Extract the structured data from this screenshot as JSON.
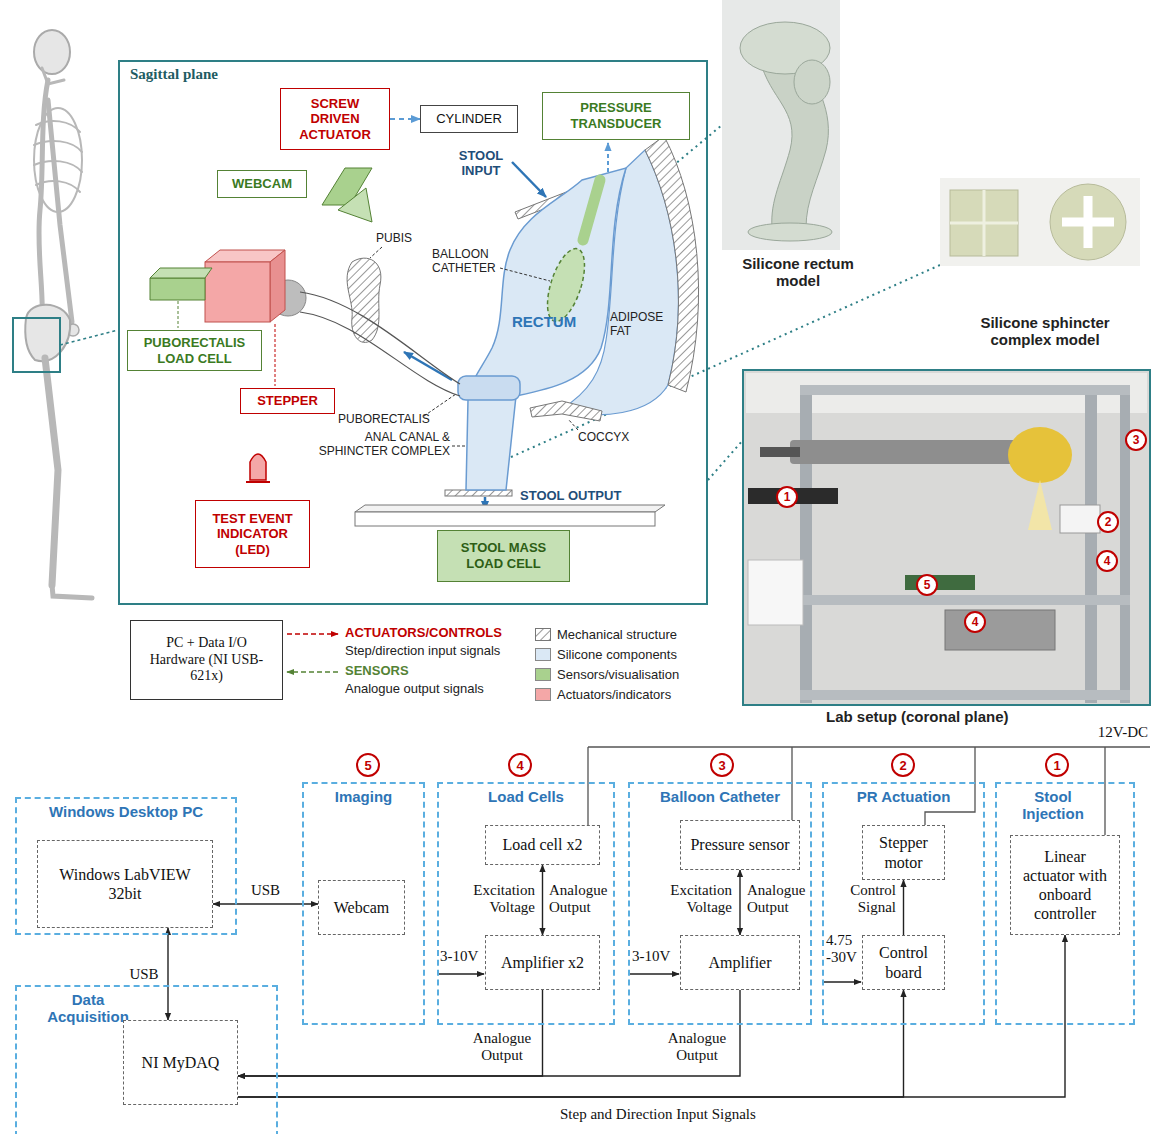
{
  "diagram": {
    "nodes": [
      {
        "text": [
          "Sagittal plane"
        ]
      },
      {
        "text": [
          "SCREW DRIVEN ACTUATOR"
        ],
        "in": 0
      },
      {
        "text": [
          "CYLINDER"
        ],
        "in": 0
      },
      {
        "text": [
          "PRESSURE TRANSDUCER"
        ],
        "in": 0
      },
      {
        "text": [
          "WEBCAM"
        ],
        "in": 0
      },
      {
        "text": [
          "PUBORECTALIS LOAD CELL"
        ],
        "in": 0
      },
      {
        "text": [
          "STEPPER"
        ],
        "in": 0
      },
      {
        "text": [
          "TEST EVENT INDICATOR (LED)"
        ],
        "in": 0
      },
      {
        "text": [
          "STOOL MASS LOAD CELL"
        ],
        "in": 0
      },
      {
        "text": [
          "PC + Data I/O Hardware (NI USB-621x)"
        ]
      },
      {
        "text": [
          "Windows Desktop PC"
        ]
      },
      {
        "text": [
          "Windows LabVIEW 32bit"
        ],
        "in": 10
      },
      {
        "text": [
          "Imaging"
        ]
      },
      {
        "text": [
          "Webcam"
        ],
        "in": 12
      },
      {
        "text": [
          "Load Cells"
        ]
      },
      {
        "text": [
          "Load cell x2"
        ],
        "in": 14
      },
      {
        "text": [
          "Amplifier x2"
        ],
        "in": 14
      },
      {
        "text": [
          "Balloon Catheter"
        ]
      },
      {
        "text": [
          "Pressure sensor"
        ],
        "in": 17
      },
      {
        "text": [
          "Amplifier"
        ],
        "in": 17
      },
      {
        "text": [
          "PR Actuation"
        ]
      },
      {
        "text": [
          "Stepper motor"
        ],
        "in": 20
      },
      {
        "text": [
          "Control board"
        ],
        "in": 20
      },
      {
        "text": [
          "Stool Injection"
        ]
      },
      {
        "text": [
          "Linear actuator with onboard controller"
        ],
        "in": 23
      },
      {
        "text": [
          "Data Acquisition"
        ]
      },
      {
        "text": [
          "NI MyDAQ"
        ],
        "in": 25
      }
    ],
    "edges": [
      {
        "from": 1,
        "to": 2,
        "arrow": "to"
      },
      {
        "from": 11,
        "to": 13,
        "label": "USB",
        "arrow": "both"
      },
      {
        "from": 11,
        "to": 26,
        "label": "USB",
        "arrow": "both"
      },
      {
        "from": 15,
        "to": 16,
        "arrow": "both"
      },
      {
        "from": 18,
        "to": 19,
        "arrow": "both"
      },
      {
        "from": 22,
        "to": 21,
        "arrow": "to"
      },
      {
        "from": 16,
        "to": 26,
        "arrow": "to"
      },
      {
        "from": 19,
        "to": 26,
        "arrow": "to"
      },
      {
        "from": 26,
        "to": 22,
        "arrow": "to"
      },
      {
        "from": 26,
        "to": 24,
        "arrow": "to"
      }
    ],
    "labels": [
      "STOOL INPUT",
      "PUBIS",
      "BALLOON CATHETER",
      "RECTUM",
      "ADIPOSE FAT",
      "PUBORECTALIS",
      "ANAL CANAL & SPHINCTER COMPLEX",
      "COCCYX",
      "STOOL OUTPUT",
      "ACTUATORS/CONTROLS",
      "Step/direction input signals",
      "SENSORS",
      "Analogue output signals",
      "Silicone rectum model",
      "Silicone sphincter complex model",
      "1",
      "2",
      "3",
      "4",
      "4",
      "5",
      "Lab setup (coronal plane)",
      "12V-DC",
      "5",
      "4",
      "3",
      "2",
      "1",
      "Excitation Voltage",
      "Analogue Output",
      "3-10V",
      "Excitation Voltage",
      "Analogue Output",
      "3-10V",
      "Control Signal",
      "4.75 -30V",
      "Analogue Output",
      "Analogue Output",
      "Step and Direction Input Signals"
    ],
    "legend": [
      {
        "text": "Mechanical structure"
      },
      {
        "text": "Silicone components",
        "color": "#dae8f5"
      },
      {
        "text": "Sensors/visualisation",
        "color": "#a9d18e"
      },
      {
        "text": "Actuators/indicators",
        "color": "#f4a7a7"
      }
    ]
  }
}
